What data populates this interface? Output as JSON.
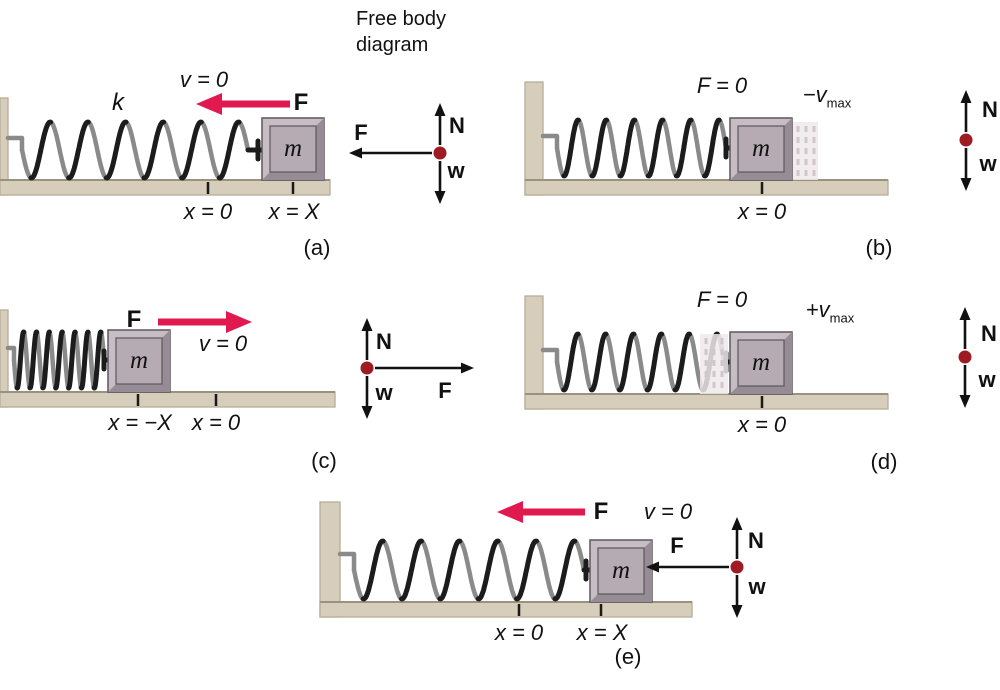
{
  "figure": {
    "fbd_header": "Free body diagram",
    "panels": {
      "a": {
        "letter": "(a)",
        "spring_constant": "k",
        "mass": "m",
        "velocity": "v = 0",
        "force": "F",
        "x_left": "x = 0",
        "x_right": "x = X",
        "fbd": {
          "normal": "N",
          "weight": "w",
          "force": "F"
        }
      },
      "b": {
        "letter": "(b)",
        "mass": "m",
        "force": "F = 0",
        "velocity_prefix": "−v",
        "velocity_sub": "max",
        "x_mark": "x = 0",
        "fbd": {
          "normal": "N",
          "weight": "w"
        }
      },
      "c": {
        "letter": "(c)",
        "mass": "m",
        "velocity": "v = 0",
        "force": "F",
        "x_left": "x = −X",
        "x_right": "x = 0",
        "fbd": {
          "normal": "N",
          "weight": "w",
          "force": "F"
        }
      },
      "d": {
        "letter": "(d)",
        "mass": "m",
        "force": "F = 0",
        "velocity_prefix": "+v",
        "velocity_sub": "max",
        "x_mark": "x = 0",
        "fbd": {
          "normal": "N",
          "weight": "w"
        }
      },
      "e": {
        "letter": "(e)",
        "mass": "m",
        "velocity": "v = 0",
        "force": "F",
        "x_left": "x = 0",
        "x_right": "x = X",
        "fbd": {
          "normal": "N",
          "weight": "w",
          "force": "F"
        }
      }
    },
    "colors": {
      "arrow_pink": "#e0194e",
      "dot_red": "#9f1b24",
      "floor_tan": "#d6cdba",
      "spring_gray": "#8a8a8a",
      "spring_black": "#1c1c1c"
    }
  }
}
